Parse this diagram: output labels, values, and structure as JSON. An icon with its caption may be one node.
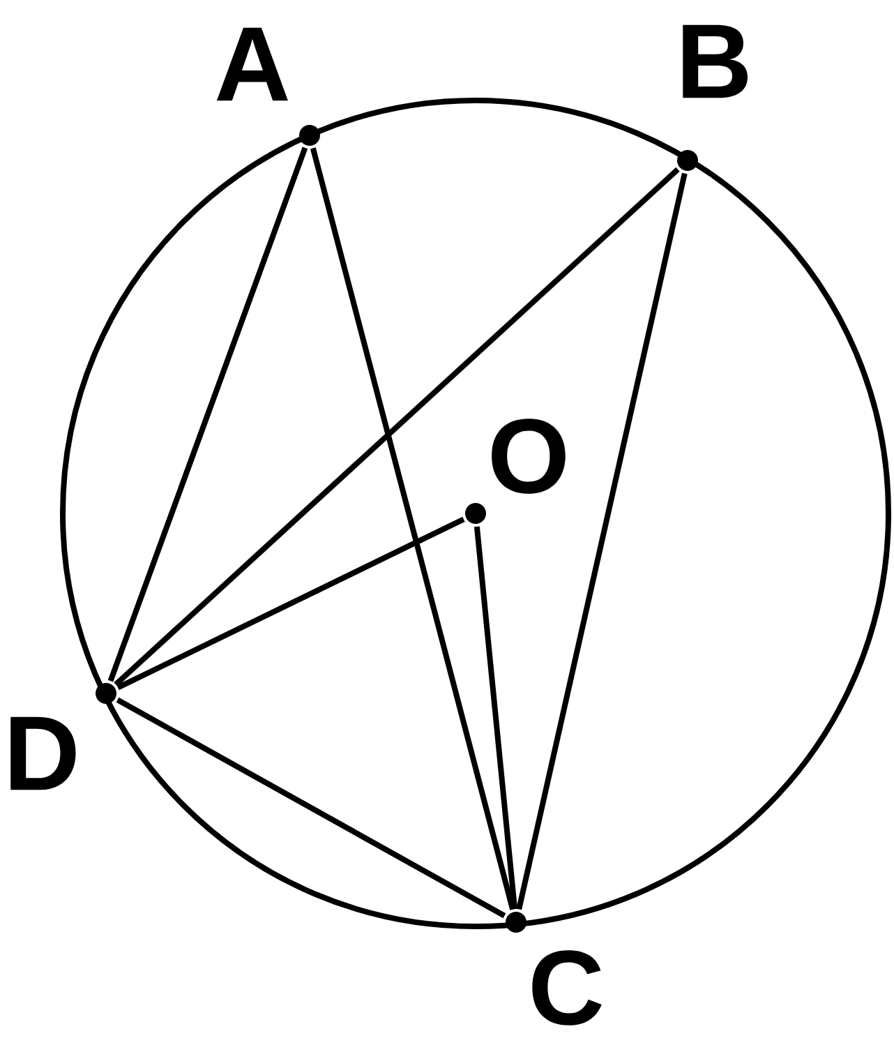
{
  "diagram": {
    "nodes": [
      {
        "text": [
          "A"
        ]
      },
      {
        "text": [
          "B"
        ]
      },
      {
        "text": [
          "O"
        ]
      },
      {
        "text": [
          "D"
        ]
      },
      {
        "text": [
          "C"
        ]
      }
    ],
    "edges": [
      {
        "from": 0,
        "to": 3,
        "arrow": "none"
      },
      {
        "from": 0,
        "to": 4,
        "arrow": "none"
      },
      {
        "from": 1,
        "to": 3,
        "arrow": "none"
      },
      {
        "from": 1,
        "to": 4,
        "arrow": "none"
      },
      {
        "from": 3,
        "to": 2,
        "arrow": "none"
      },
      {
        "from": 2,
        "to": 4,
        "arrow": "none"
      },
      {
        "from": 3,
        "to": 4,
        "arrow": "none"
      }
    ]
  }
}
